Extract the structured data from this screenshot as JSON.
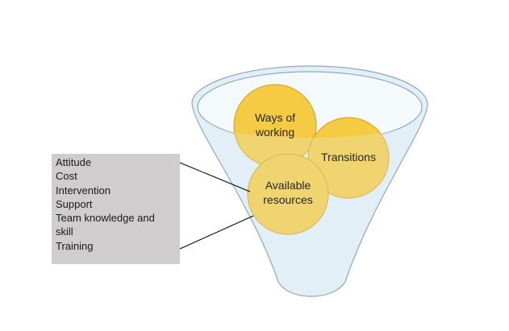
{
  "funnel": {
    "balls": [
      {
        "lines": [
          "Ways of",
          "working"
        ]
      },
      {
        "lines": [
          "Transitions"
        ]
      },
      {
        "lines": [
          "Available",
          "resources"
        ]
      }
    ]
  },
  "factors": {
    "items": [
      "Attitude",
      "Cost",
      "Intervention",
      "Support",
      "Team knowledge and",
      "skill",
      "Training"
    ]
  },
  "colors": {
    "funnel_fill": "#e3eff6",
    "funnel_stroke": "#8fa9ba",
    "ball_fill": "#f5cb43",
    "ball_stroke": "#d6a92b",
    "box_fill": "#cfcdcd"
  }
}
